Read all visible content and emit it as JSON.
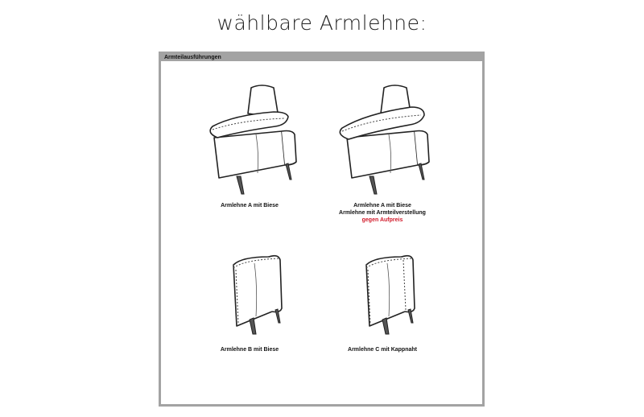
{
  "page": {
    "title": "wählbare Armlehne:"
  },
  "panel": {
    "header": "Armteilausführungen",
    "options": [
      {
        "caption": "Armlehne A mit Biese",
        "caption2": "",
        "note": ""
      },
      {
        "caption": "Armlehne A mit Biese",
        "caption2": "Armlehne mit Armteilverstellung",
        "note": "gegen Aufpreis"
      },
      {
        "caption": "Armlehne B mit Biese",
        "caption2": "",
        "note": ""
      },
      {
        "caption": "Armlehne C mit Kappnaht",
        "caption2": "",
        "note": ""
      }
    ],
    "note_color": "#d11a2a"
  }
}
